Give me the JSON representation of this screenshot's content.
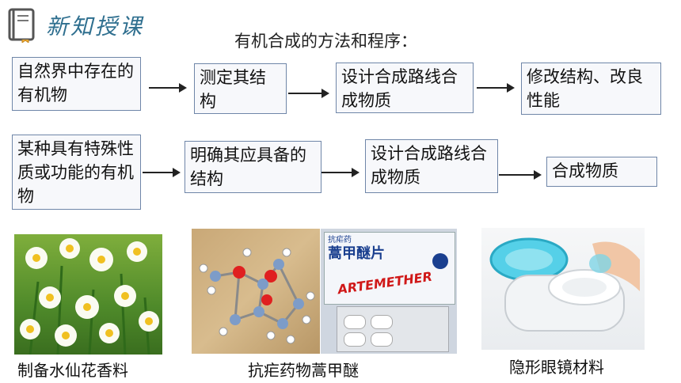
{
  "header": {
    "title": "新知授课"
  },
  "subtitle": "有机合成的方法和程序：",
  "row1": {
    "b1": "自然界中存在的有机物",
    "b2": "测定其结构",
    "b3": "设计合成路线合成物质",
    "b4": "修改结构、改良性能"
  },
  "row2": {
    "b1": "某种具有特殊性质或功能的有机物",
    "b2": "明确其应具备的结构",
    "b3": "设计合成路线合成物质",
    "b4": "合成物质"
  },
  "photos": {
    "box_top": "抗疟药",
    "box_name": "蒿甲醚片",
    "box_brand": "ARTEMETHER"
  },
  "captions": {
    "c1": "制备水仙花香料",
    "c2": "抗疟药物蒿甲醚",
    "c3": "隐形眼镜材料"
  }
}
